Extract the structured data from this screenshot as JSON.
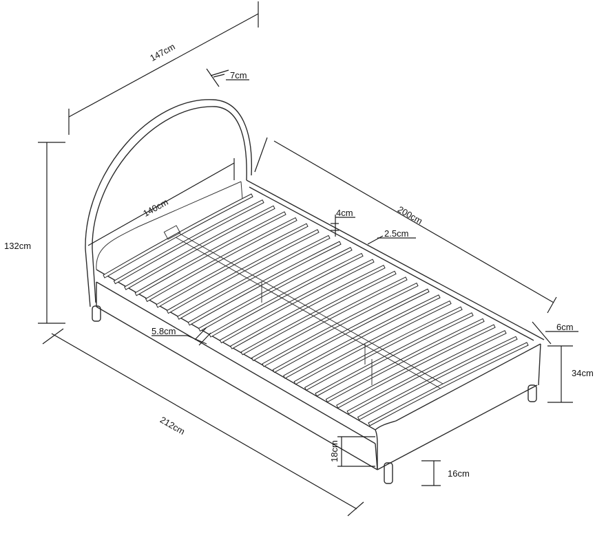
{
  "dimensions": {
    "overall_width": "147cm",
    "headboard_depth": "7cm",
    "overall_height": "132cm",
    "inner_width": "140cm",
    "inner_length": "200cm",
    "slat_thickness": "4cm",
    "slat_gap": "2.5cm",
    "slat_width": "5.8cm",
    "frame_side": "6cm",
    "side_height": "34cm",
    "overall_length": "212cm",
    "frame_height": "18cm",
    "leg_height": "16cm"
  },
  "colors": {
    "line": "#1a1a1a",
    "background": "#ffffff"
  }
}
